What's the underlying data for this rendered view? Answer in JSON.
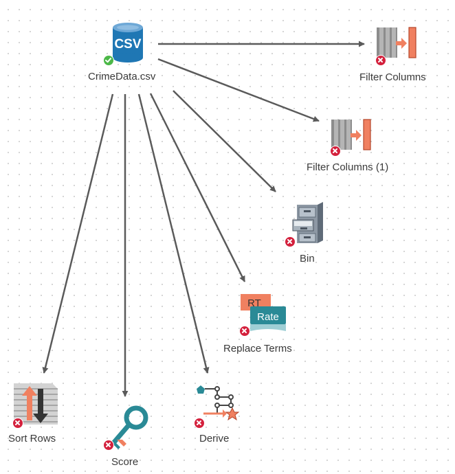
{
  "canvas": {
    "nodes": [
      {
        "id": "source",
        "label": "CrimeData.csv",
        "icon": "csv-database-icon",
        "status": "ok"
      },
      {
        "id": "filter1",
        "label": "Filter Columns",
        "icon": "filter-columns-icon",
        "status": "error"
      },
      {
        "id": "filter2",
        "label": "Filter Columns (1)",
        "icon": "filter-columns-icon",
        "status": "error"
      },
      {
        "id": "bin",
        "label": "Bin",
        "icon": "filing-cabinet-icon",
        "status": "error"
      },
      {
        "id": "replace",
        "label": "Replace Terms",
        "icon": "replace-terms-icon",
        "status": "error"
      },
      {
        "id": "sort",
        "label": "Sort Rows",
        "icon": "sort-rows-icon",
        "status": "error"
      },
      {
        "id": "score",
        "label": "Score",
        "icon": "key-icon",
        "status": "error"
      },
      {
        "id": "derive",
        "label": "Derive",
        "icon": "derive-icon",
        "status": "error"
      }
    ],
    "icon_text": {
      "csv": "CSV",
      "rt": "RT",
      "rate": "Rate"
    },
    "colors": {
      "edge": "#5a5a5a",
      "error": "#d4213d",
      "ok": "#4cb848",
      "db_blue": "#1f77b4",
      "accent_orange": "#f08060",
      "teal": "#2a8a96"
    }
  }
}
